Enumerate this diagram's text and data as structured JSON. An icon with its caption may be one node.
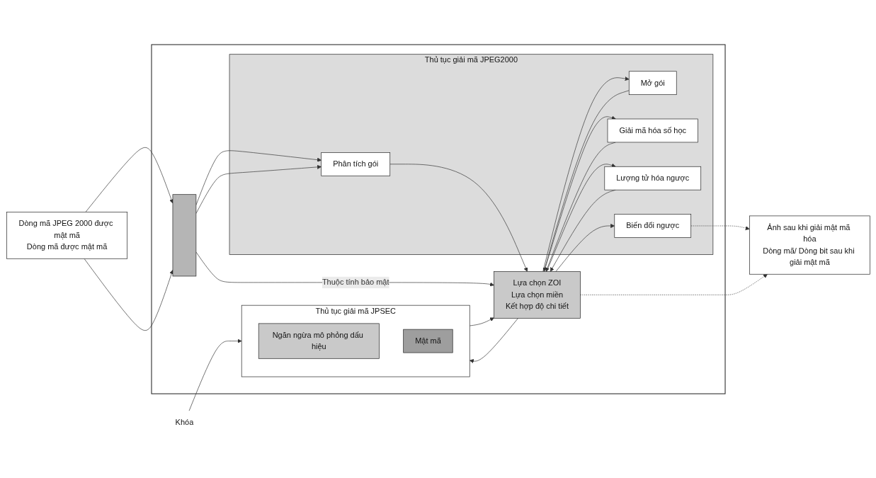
{
  "diagram": {
    "nodes": [
      {
        "text": [
          "Khóa"
        ]
      },
      {
        "text": [],
        "shape": "box"
      },
      {
        "text": [
          "Thủ tục giải mã JPSEC"
        ],
        "in": 1
      },
      {
        "text": [
          "Ngăn ngừa mô phỏng dấu hiệu"
        ],
        "in": 2
      },
      {
        "text": [
          "Mật mã"
        ],
        "in": 2
      },
      {
        "text": [],
        "shape": "bar",
        "in": 1
      },
      {
        "text": [
          "Lựa chọn ZOI",
          "Lựa chọn miền",
          "Kết hợp độ chi tiết"
        ],
        "in": 1
      },
      {
        "text": [
          "Thủ tục giải mã JPEG2000"
        ],
        "in": 1
      },
      {
        "text": [
          "Phân tích gói"
        ],
        "in": 7
      },
      {
        "text": [
          "Mở gói"
        ],
        "in": 7
      },
      {
        "text": [
          "Giải mã hóa số học"
        ],
        "in": 7
      },
      {
        "text": [
          "Lượng tử hóa ngược"
        ],
        "in": 7
      },
      {
        "text": [
          "Biến đổi ngược"
        ],
        "in": 7
      },
      {
        "text": [
          "Dòng mã JPEG 2000 được mật mã",
          "Dòng mã được mật mã"
        ]
      },
      {
        "text": [
          "Ảnh sau khi giải mật mã hóa",
          "Dòng mã/ Dòng bit sau khi giải mật mã"
        ]
      }
    ],
    "edges": [
      {
        "from": 0,
        "to": 2,
        "arrow": "to"
      },
      {
        "from": 6,
        "to": 2,
        "arrow": "to"
      },
      {
        "from": 2,
        "to": 6,
        "arrow": "to"
      },
      {
        "from": 13,
        "to": 5,
        "arrow": "to"
      },
      {
        "from": 13,
        "to": 5,
        "arrow": "to"
      },
      {
        "from": 5,
        "to": 6,
        "arrow": "to",
        "label": "Thuộc tính bảo mật"
      },
      {
        "from": 5,
        "to": 8,
        "arrow": "to"
      },
      {
        "from": 5,
        "to": 8,
        "arrow": "to"
      },
      {
        "from": 8,
        "to": 6,
        "arrow": "to"
      },
      {
        "from": 6,
        "to": 9,
        "arrow": "to"
      },
      {
        "from": 9,
        "to": 6,
        "arrow": "to"
      },
      {
        "from": 6,
        "to": 10,
        "arrow": "to"
      },
      {
        "from": 10,
        "to": 6,
        "arrow": "to"
      },
      {
        "from": 6,
        "to": 11,
        "arrow": "to"
      },
      {
        "from": 11,
        "to": 6,
        "arrow": "to"
      },
      {
        "from": 6,
        "to": 12,
        "arrow": "to"
      },
      {
        "from": 12,
        "to": 14,
        "arrow": "to",
        "style": "dashed"
      },
      {
        "from": 6,
        "to": 14,
        "arrow": "to",
        "style": "dashed"
      }
    ]
  }
}
